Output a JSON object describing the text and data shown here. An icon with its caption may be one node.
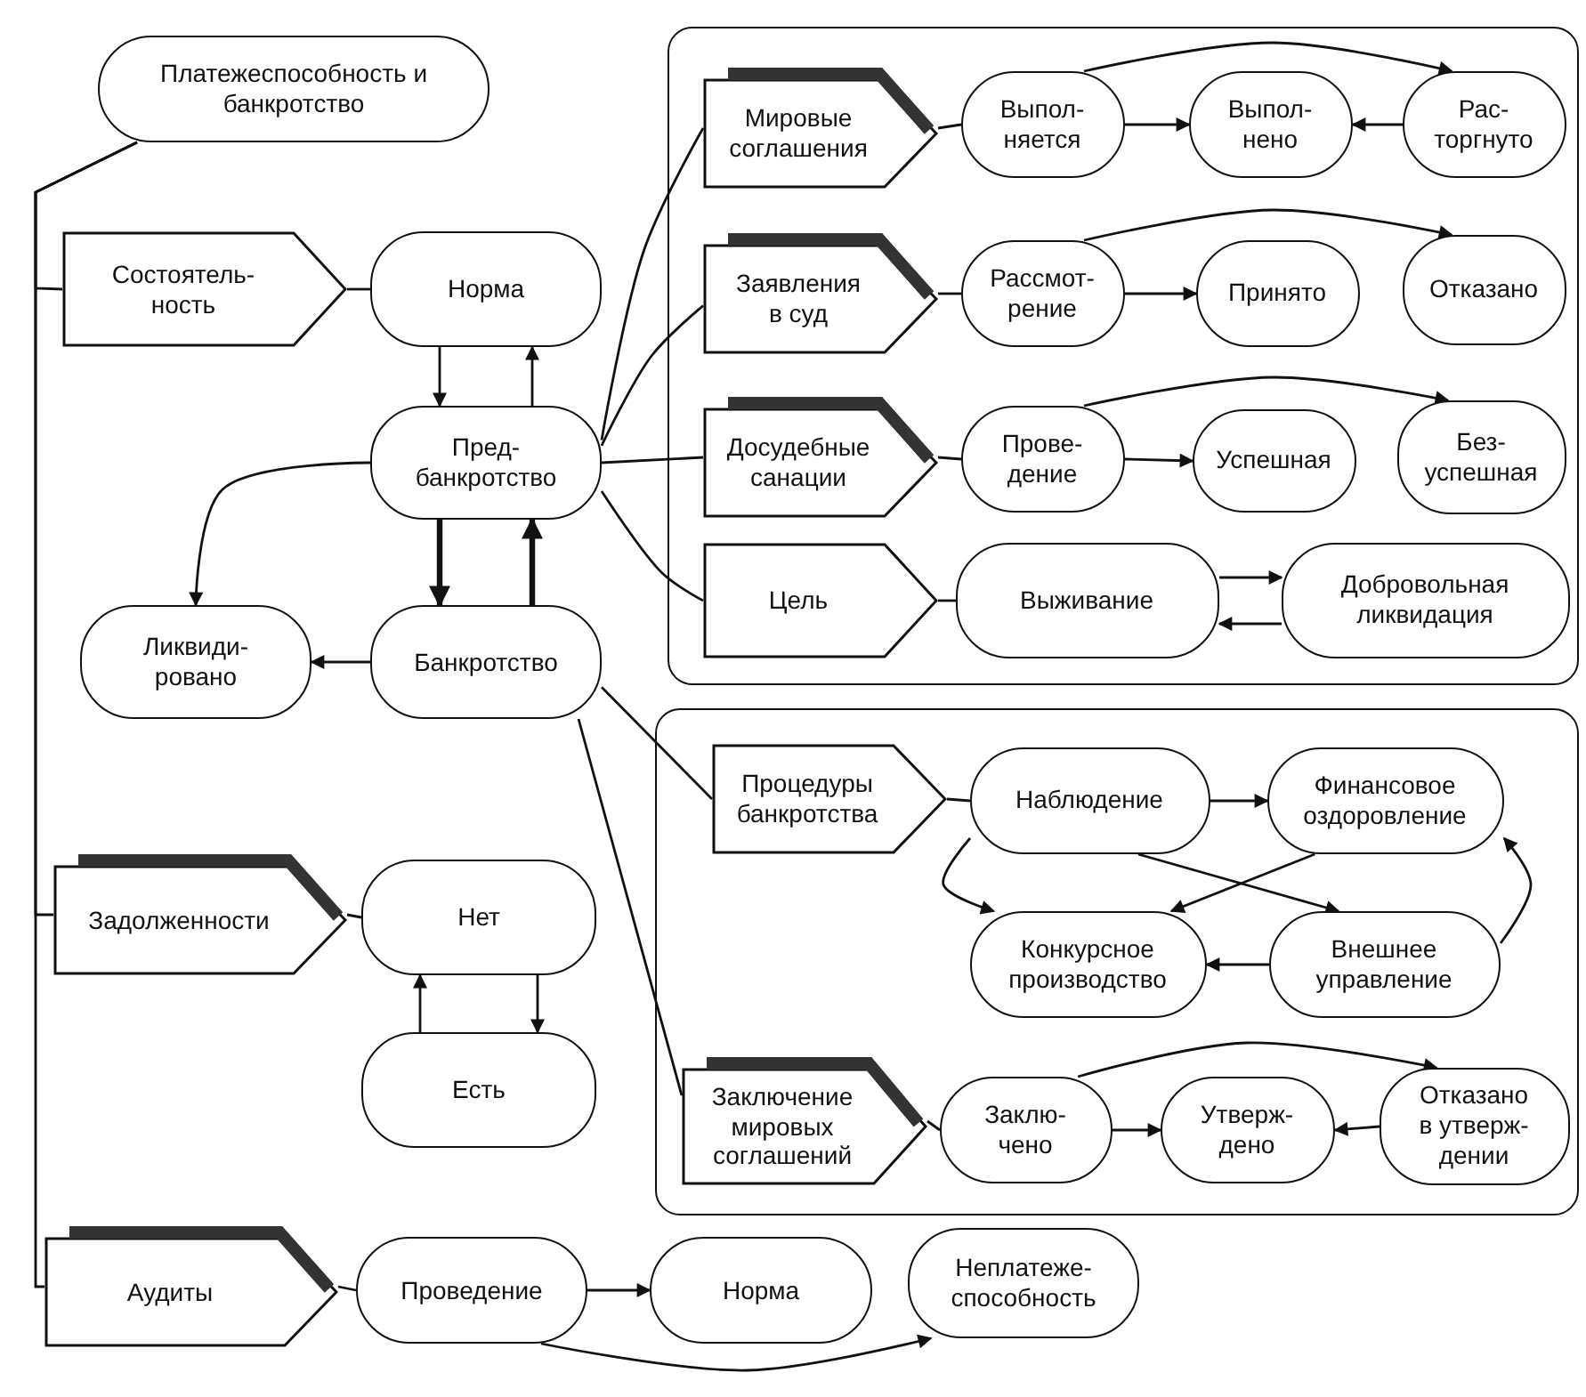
{
  "diagram": {
    "nodes": [
      {
        "text": [
          "Платежеспособность и банкротство"
        ]
      },
      {
        "text": [
          "Состоятель-ность"
        ]
      },
      {
        "text": [
          "Норма"
        ]
      },
      {
        "text": [
          "Пред-банкротство"
        ]
      },
      {
        "text": [
          "Ликвиди-ровано"
        ]
      },
      {
        "text": [
          "Банкротство"
        ]
      },
      {
        "text": [],
        "shape": "box"
      },
      {
        "text": [
          "Мировые соглашения"
        ],
        "in": 6
      },
      {
        "text": [
          "Выпол-няется"
        ],
        "in": 6
      },
      {
        "text": [
          "Выпол-нено"
        ],
        "in": 6
      },
      {
        "text": [
          "Рас-торгнуто"
        ],
        "in": 6
      },
      {
        "text": [
          "Заявления в суд"
        ],
        "in": 6
      },
      {
        "text": [
          "Рассмот-рение"
        ],
        "in": 6
      },
      {
        "text": [
          "Принято"
        ],
        "in": 6
      },
      {
        "text": [
          "Отказано"
        ],
        "in": 6
      },
      {
        "text": [
          "Досудебные санации"
        ],
        "in": 6
      },
      {
        "text": [
          "Прове-дение"
        ],
        "in": 6
      },
      {
        "text": [
          "Успешная"
        ],
        "in": 6
      },
      {
        "text": [
          "Без-успешная"
        ],
        "in": 6
      },
      {
        "text": [
          "Цель"
        ],
        "in": 6
      },
      {
        "text": [
          "Выживание"
        ],
        "in": 6
      },
      {
        "text": [
          "Добровольная ликвидация"
        ],
        "in": 6
      },
      {
        "text": [],
        "shape": "box"
      },
      {
        "text": [
          "Процедуры банкротства"
        ],
        "in": 22
      },
      {
        "text": [
          "Наблюдение"
        ],
        "in": 22
      },
      {
        "text": [
          "Финансовое оздоровление"
        ],
        "in": 22
      },
      {
        "text": [
          "Конкурсное производство"
        ],
        "in": 22
      },
      {
        "text": [
          "Внешнее управление"
        ],
        "in": 22
      },
      {
        "text": [
          "Заключение мировых соглашений"
        ],
        "in": 22
      },
      {
        "text": [
          "Заклю-чено"
        ],
        "in": 22
      },
      {
        "text": [
          "Утверж-дено"
        ],
        "in": 22
      },
      {
        "text": [
          "Отказано в утверж-дении"
        ],
        "in": 22
      },
      {
        "text": [
          "Задолженности"
        ]
      },
      {
        "text": [
          "Нет"
        ]
      },
      {
        "text": [
          "Есть"
        ]
      },
      {
        "text": [
          "Аудиты"
        ]
      },
      {
        "text": [
          "Проведение"
        ]
      },
      {
        "text": [
          "Норма"
        ]
      },
      {
        "text": [
          "Неплатеже-способность"
        ]
      }
    ],
    "edges": [
      {
        "from": 0,
        "to": 1,
        "arrow": "none"
      },
      {
        "from": 0,
        "to": 32,
        "arrow": "none"
      },
      {
        "from": 0,
        "to": 35,
        "arrow": "none"
      },
      {
        "from": 1,
        "to": 2,
        "arrow": "none"
      },
      {
        "from": 2,
        "to": 3,
        "arrow": "to"
      },
      {
        "from": 3,
        "to": 2,
        "arrow": "to"
      },
      {
        "from": 3,
        "to": 5,
        "arrow": "to",
        "style": "thick"
      },
      {
        "from": 5,
        "to": 3,
        "arrow": "to",
        "style": "thick"
      },
      {
        "from": 3,
        "to": 4,
        "arrow": "to"
      },
      {
        "from": 5,
        "to": 4,
        "arrow": "to"
      },
      {
        "from": 3,
        "to": 7,
        "arrow": "none"
      },
      {
        "from": 3,
        "to": 11,
        "arrow": "none"
      },
      {
        "from": 3,
        "to": 15,
        "arrow": "none"
      },
      {
        "from": 3,
        "to": 19,
        "arrow": "none"
      },
      {
        "from": 5,
        "to": 23,
        "arrow": "none"
      },
      {
        "from": 5,
        "to": 28,
        "arrow": "none"
      },
      {
        "from": 7,
        "to": 8,
        "arrow": "none"
      },
      {
        "from": 8,
        "to": 9,
        "arrow": "to"
      },
      {
        "from": 8,
        "to": 10,
        "arrow": "to"
      },
      {
        "from": 10,
        "to": 9,
        "arrow": "to"
      },
      {
        "from": 11,
        "to": 12,
        "arrow": "none"
      },
      {
        "from": 12,
        "to": 13,
        "arrow": "to"
      },
      {
        "from": 12,
        "to": 14,
        "arrow": "to"
      },
      {
        "from": 15,
        "to": 16,
        "arrow": "none"
      },
      {
        "from": 16,
        "to": 17,
        "arrow": "to"
      },
      {
        "from": 16,
        "to": 18,
        "arrow": "to"
      },
      {
        "from": 19,
        "to": 20,
        "arrow": "none"
      },
      {
        "from": 20,
        "to": 21,
        "arrow": "to"
      },
      {
        "from": 21,
        "to": 20,
        "arrow": "to"
      },
      {
        "from": 23,
        "to": 24,
        "arrow": "none"
      },
      {
        "from": 24,
        "to": 25,
        "arrow": "to"
      },
      {
        "from": 24,
        "to": 27,
        "arrow": "to"
      },
      {
        "from": 25,
        "to": 26,
        "arrow": "to"
      },
      {
        "from": 24,
        "to": 26,
        "arrow": "to"
      },
      {
        "from": 27,
        "to": 25,
        "arrow": "to"
      },
      {
        "from": 27,
        "to": 26,
        "arrow": "to"
      },
      {
        "from": 28,
        "to": 29,
        "arrow": "none"
      },
      {
        "from": 29,
        "to": 30,
        "arrow": "to"
      },
      {
        "from": 29,
        "to": 31,
        "arrow": "to"
      },
      {
        "from": 31,
        "to": 30,
        "arrow": "to"
      },
      {
        "from": 32,
        "to": 33,
        "arrow": "none"
      },
      {
        "from": 34,
        "to": 33,
        "arrow": "to"
      },
      {
        "from": 33,
        "to": 34,
        "arrow": "to"
      },
      {
        "from": 35,
        "to": 36,
        "arrow": "none"
      },
      {
        "from": 36,
        "to": 37,
        "arrow": "to"
      },
      {
        "from": 36,
        "to": 38,
        "arrow": "to"
      }
    ]
  }
}
